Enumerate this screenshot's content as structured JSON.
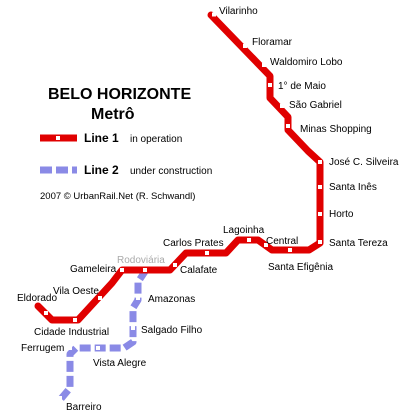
{
  "title": "BELO HORIZONTE",
  "subtitle": "Metrô",
  "colors": {
    "line1": "#e00000",
    "line2": "#8a8ae6",
    "station": "#ffffff",
    "background": "#ffffff",
    "greyed_label": "#aaaaaa"
  },
  "legend": [
    {
      "name": "Line 1",
      "note": "in operation",
      "color": "#e00000",
      "style": "solid"
    },
    {
      "name": "Line 2",
      "note": "under construction",
      "color": "#8a8ae6",
      "style": "dashed"
    }
  ],
  "credit": "2007 © UrbanRail.Net (R. Schwandl)",
  "line1": {
    "name": "Line 1",
    "stations": [
      "Vilarinho",
      "Floramar",
      "Waldomiro Lobo",
      "1° de Maio",
      "São Gabriel",
      "Minas Shopping",
      "José C. Silveira",
      "Santa Inês",
      "Horto",
      "Santa Tereza",
      "Santa Efigênia",
      "Central",
      "Lagoinha",
      "Carlos Prates",
      "Calafate",
      "Gameleira",
      "Vila Oeste",
      "Cidade Industrial",
      "Eldorado"
    ]
  },
  "line2": {
    "name": "Line 2",
    "stations": [
      "Rodoviária",
      "Amazonas",
      "Salgado Filho",
      "Vista Alegre",
      "Ferrugem",
      "Barreiro"
    ]
  },
  "labels": {
    "vilarinho": "Vilarinho",
    "floramar": "Floramar",
    "waldomiro_lobo": "Waldomiro Lobo",
    "primeiro_de_maio": "1° de Maio",
    "sao_gabriel": "São Gabriel",
    "minas_shopping": "Minas Shopping",
    "jose_c_silveira": "José C. Silveira",
    "santa_ines": "Santa Inês",
    "horto": "Horto",
    "santa_tereza": "Santa Tereza",
    "santa_efigenia": "Santa Efigênia",
    "central": "Central",
    "lagoinha": "Lagoinha",
    "carlos_prates": "Carlos Prates",
    "calafate": "Calafate",
    "rodoviaria": "Rodoviária",
    "gameleira": "Gameleira",
    "vila_oeste": "Vila Oeste",
    "eldorado": "Eldorado",
    "cidade_industrial": "Cidade Industrial",
    "amazonas": "Amazonas",
    "salgado_filho": "Salgado Filho",
    "ferrugem": "Ferrugem",
    "vista_alegre": "Vista Alegre",
    "barreiro": "Barreiro"
  }
}
